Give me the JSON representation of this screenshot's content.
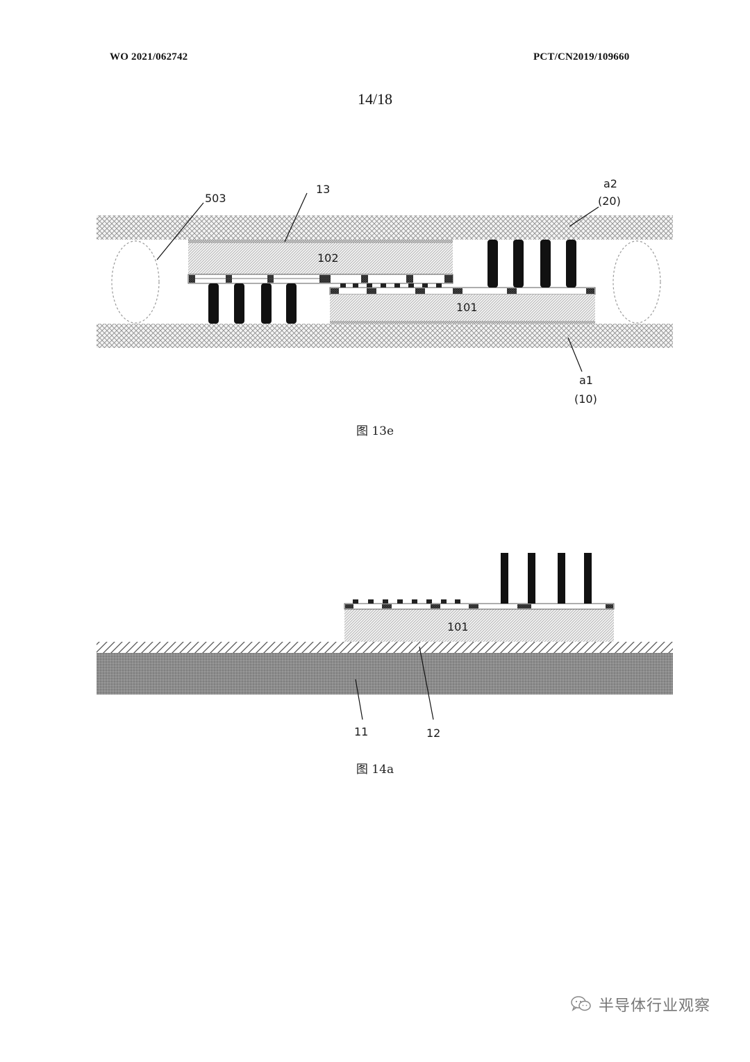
{
  "header": {
    "left": "WO 2021/062742",
    "right": "PCT/CN2019/109660",
    "page_number": "14/18"
  },
  "figure_13e": {
    "caption": "图 13e",
    "labels": {
      "l503": "503",
      "l13": "13",
      "a2": "a2",
      "a2_num": "(20)",
      "l102": "102",
      "l101": "101",
      "a1": "a1",
      "a1_num": "(10)"
    }
  },
  "figure_14a": {
    "caption": "图 14a",
    "labels": {
      "l101": "101",
      "l11": "11",
      "l12": "12"
    }
  },
  "watermark": {
    "text": "半导体行业观察",
    "icon": "wechat-icon"
  }
}
